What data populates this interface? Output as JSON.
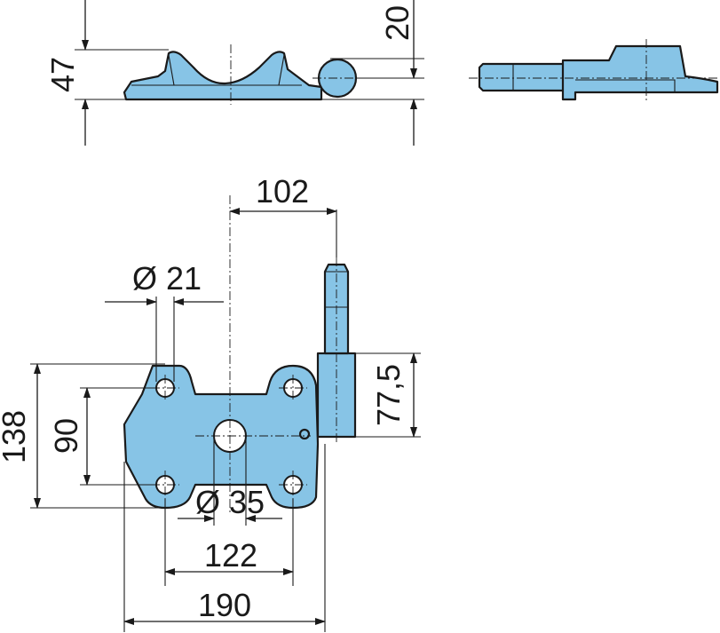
{
  "colors": {
    "part_fill": "#87c4e6",
    "line": "#1a1a1a",
    "background": "#ffffff"
  },
  "dimensions": {
    "height_47": "47",
    "height_20": "20",
    "offset_102": "102",
    "hole_dia_21": "Ø 21",
    "height_138": "138",
    "spacing_90": "90",
    "pin_77_5": "77,5",
    "bore_dia_35": "Ø 35",
    "spacing_122": "122",
    "width_190": "190"
  }
}
